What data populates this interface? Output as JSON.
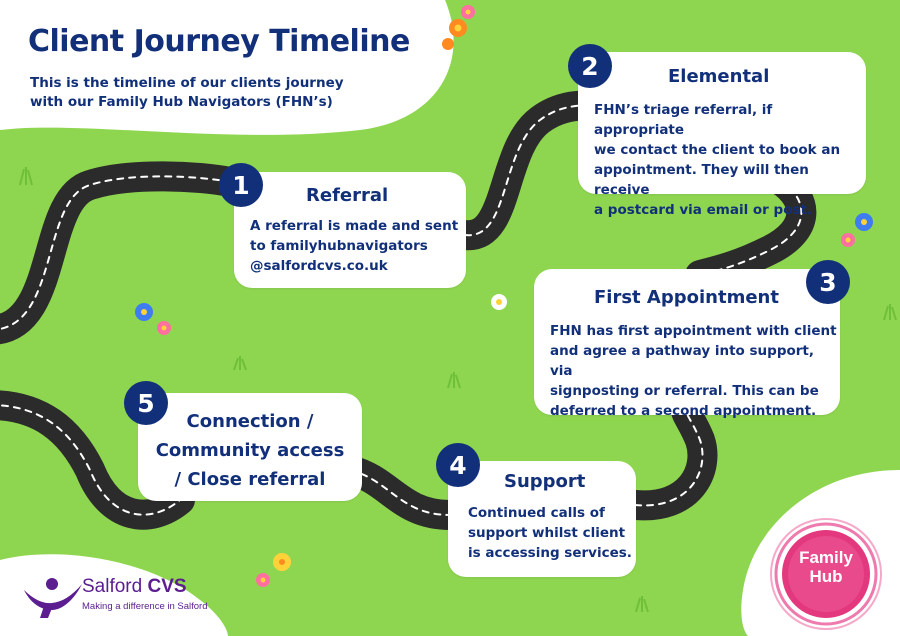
{
  "header": {
    "title": "Client Journey Timeline",
    "subtitle": "This is the timeline of our clients journey with our Family Hub Navigators (FHN’s)"
  },
  "steps": [
    {
      "number": "1",
      "title": "Referral",
      "lines": [
        "A referral is made and sent",
        "to familyhubnavigators",
        "@salfordcvs.co.uk"
      ]
    },
    {
      "number": "2",
      "title": "Elemental",
      "lines": [
        "FHN’s triage referral, if appropriate",
        "we contact the client to book an",
        "appointment. They will then receive",
        "a postcard via email or post."
      ]
    },
    {
      "number": "3",
      "title": "First Appointment",
      "lines": [
        "FHN has first appointment with client",
        "and agree a pathway into support, via",
        "signposting or referral. This can be",
        "deferred to a second appointment."
      ]
    },
    {
      "number": "4",
      "title": "Support",
      "lines": [
        "Continued calls of",
        "support whilst client",
        "is accessing services."
      ]
    },
    {
      "number": "5",
      "title_lines": [
        "Connection /",
        "Community access",
        "/ Close referral"
      ]
    }
  ],
  "logos": {
    "salford_name_a": "Salford ",
    "salford_name_b": "CVS",
    "salford_tagline": "Making a difference in Salford",
    "family_hub_line1": "Family",
    "family_hub_line2": "Hub"
  },
  "colors": {
    "grass": "#8fd650",
    "navy": "#12307a",
    "road": "#2b2b2b",
    "card": "#ffffff",
    "salford_purple": "#5b1d8f",
    "hub_pink": "#e3377e"
  }
}
